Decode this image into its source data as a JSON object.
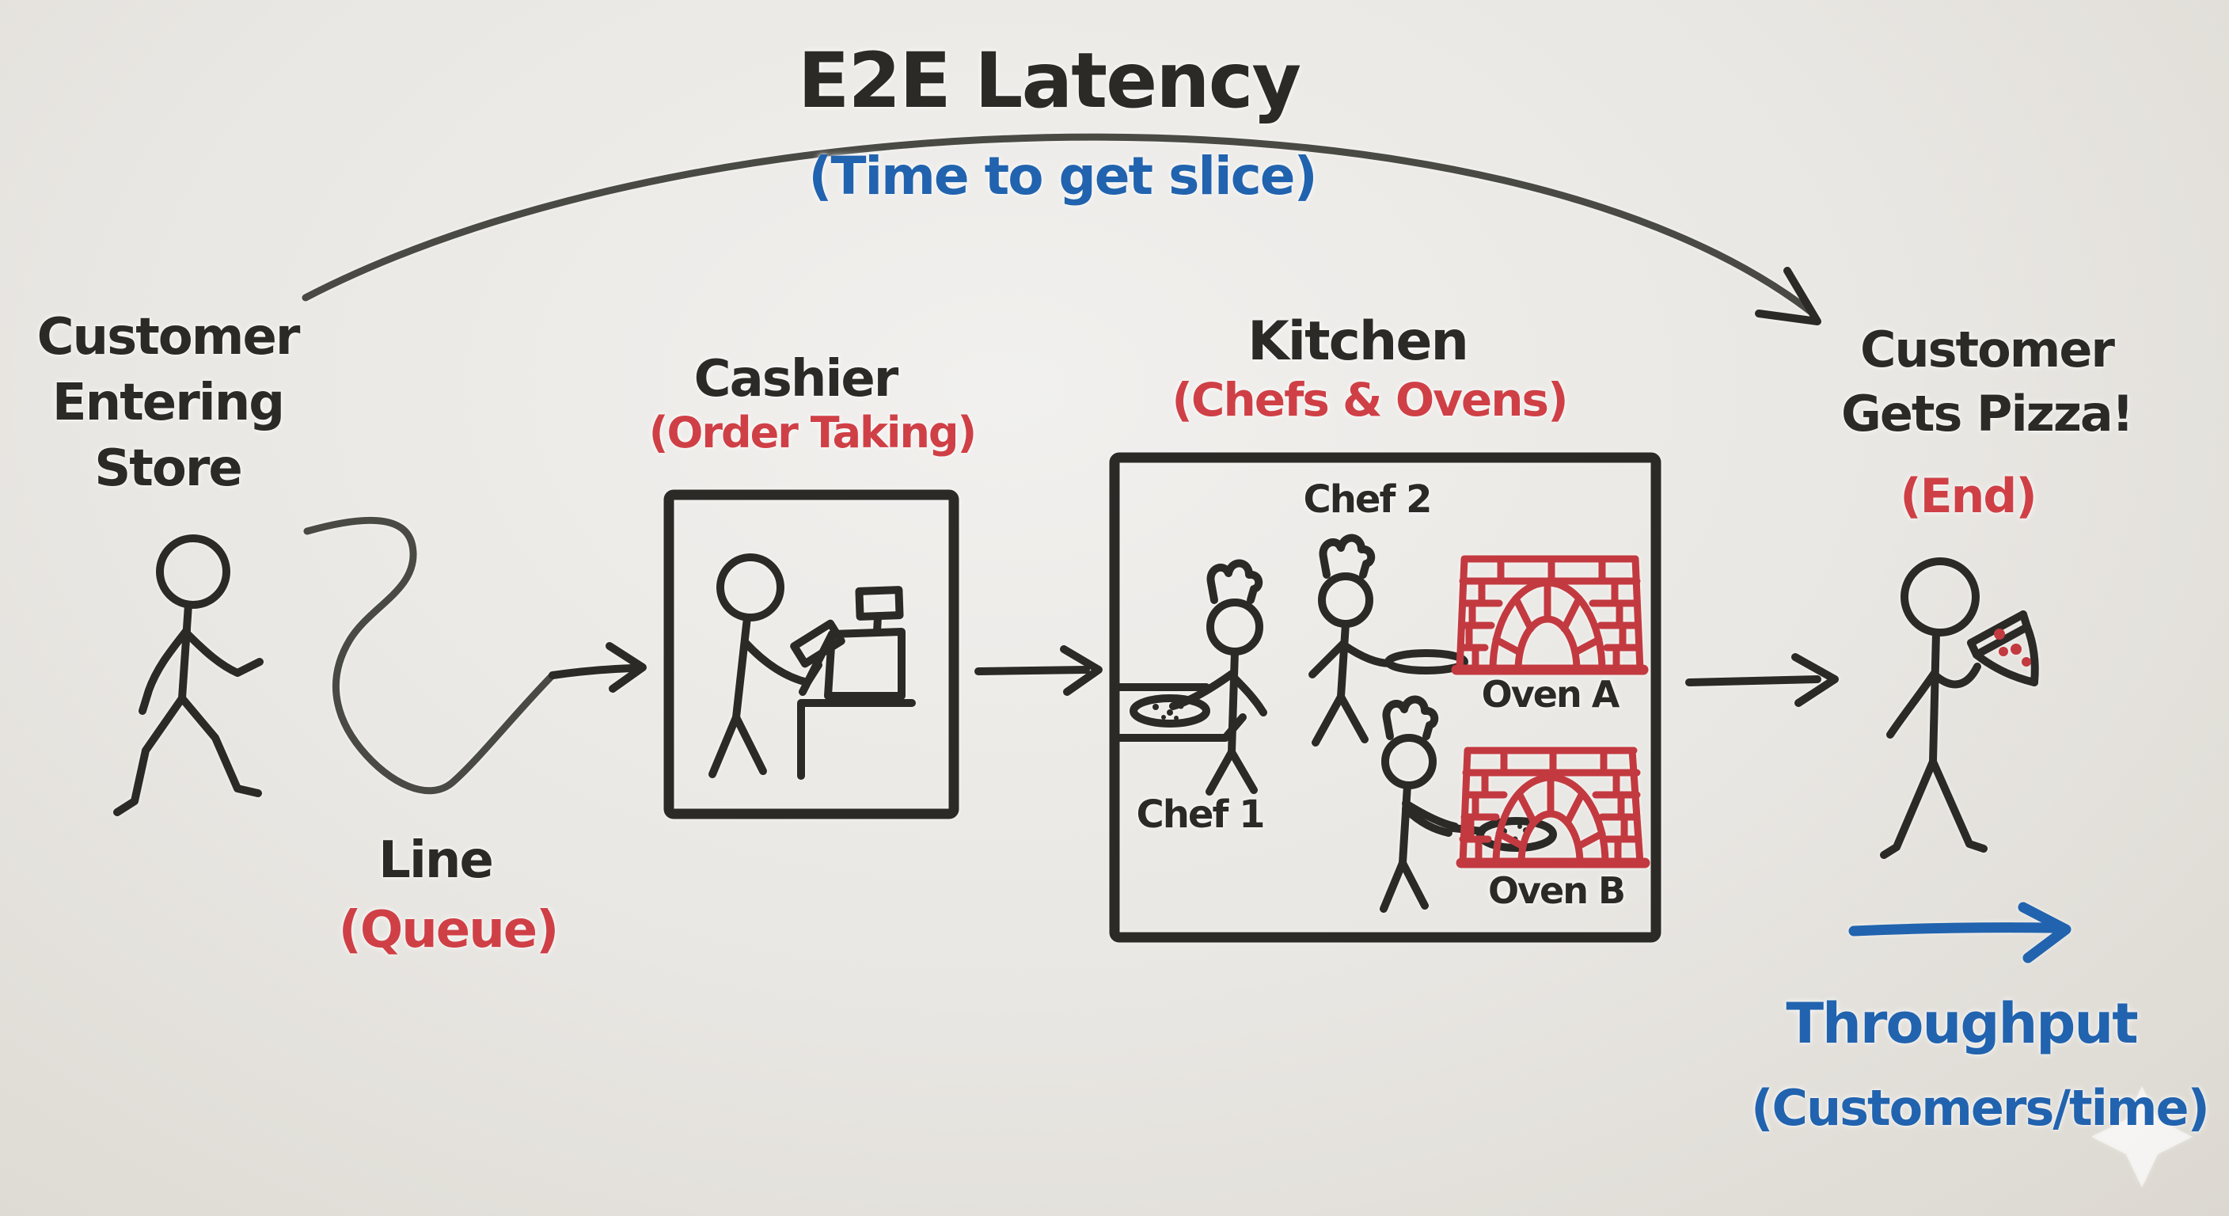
{
  "colors": {
    "bg": "#e9e7e3",
    "ink": "#2b2a27",
    "arc_gray": "#4a4a44",
    "red": "#cf4046",
    "oven_red": "#c23a40",
    "blue": "#2163ae"
  },
  "title": {
    "main": "E2E Latency",
    "sub": "(Time to get slice)"
  },
  "stages": {
    "entering": {
      "line1": "Customer",
      "line2": "Entering",
      "line3": "Store"
    },
    "queue": {
      "label": "Line",
      "sub": "(Queue)"
    },
    "cashier": {
      "label": "Cashier",
      "sub": "(Order Taking)"
    },
    "kitchen": {
      "label": "Kitchen",
      "sub": "(Chefs & Ovens)",
      "chef1": "Chef 1",
      "chef2": "Chef 2",
      "ovenA": "Oven A",
      "ovenB": "Oven B"
    },
    "end": {
      "line1": "Customer",
      "line2": "Gets Pizza!",
      "sub": "(End)"
    }
  },
  "throughput": {
    "label": "Throughput",
    "sub": "(Customers/time)"
  }
}
